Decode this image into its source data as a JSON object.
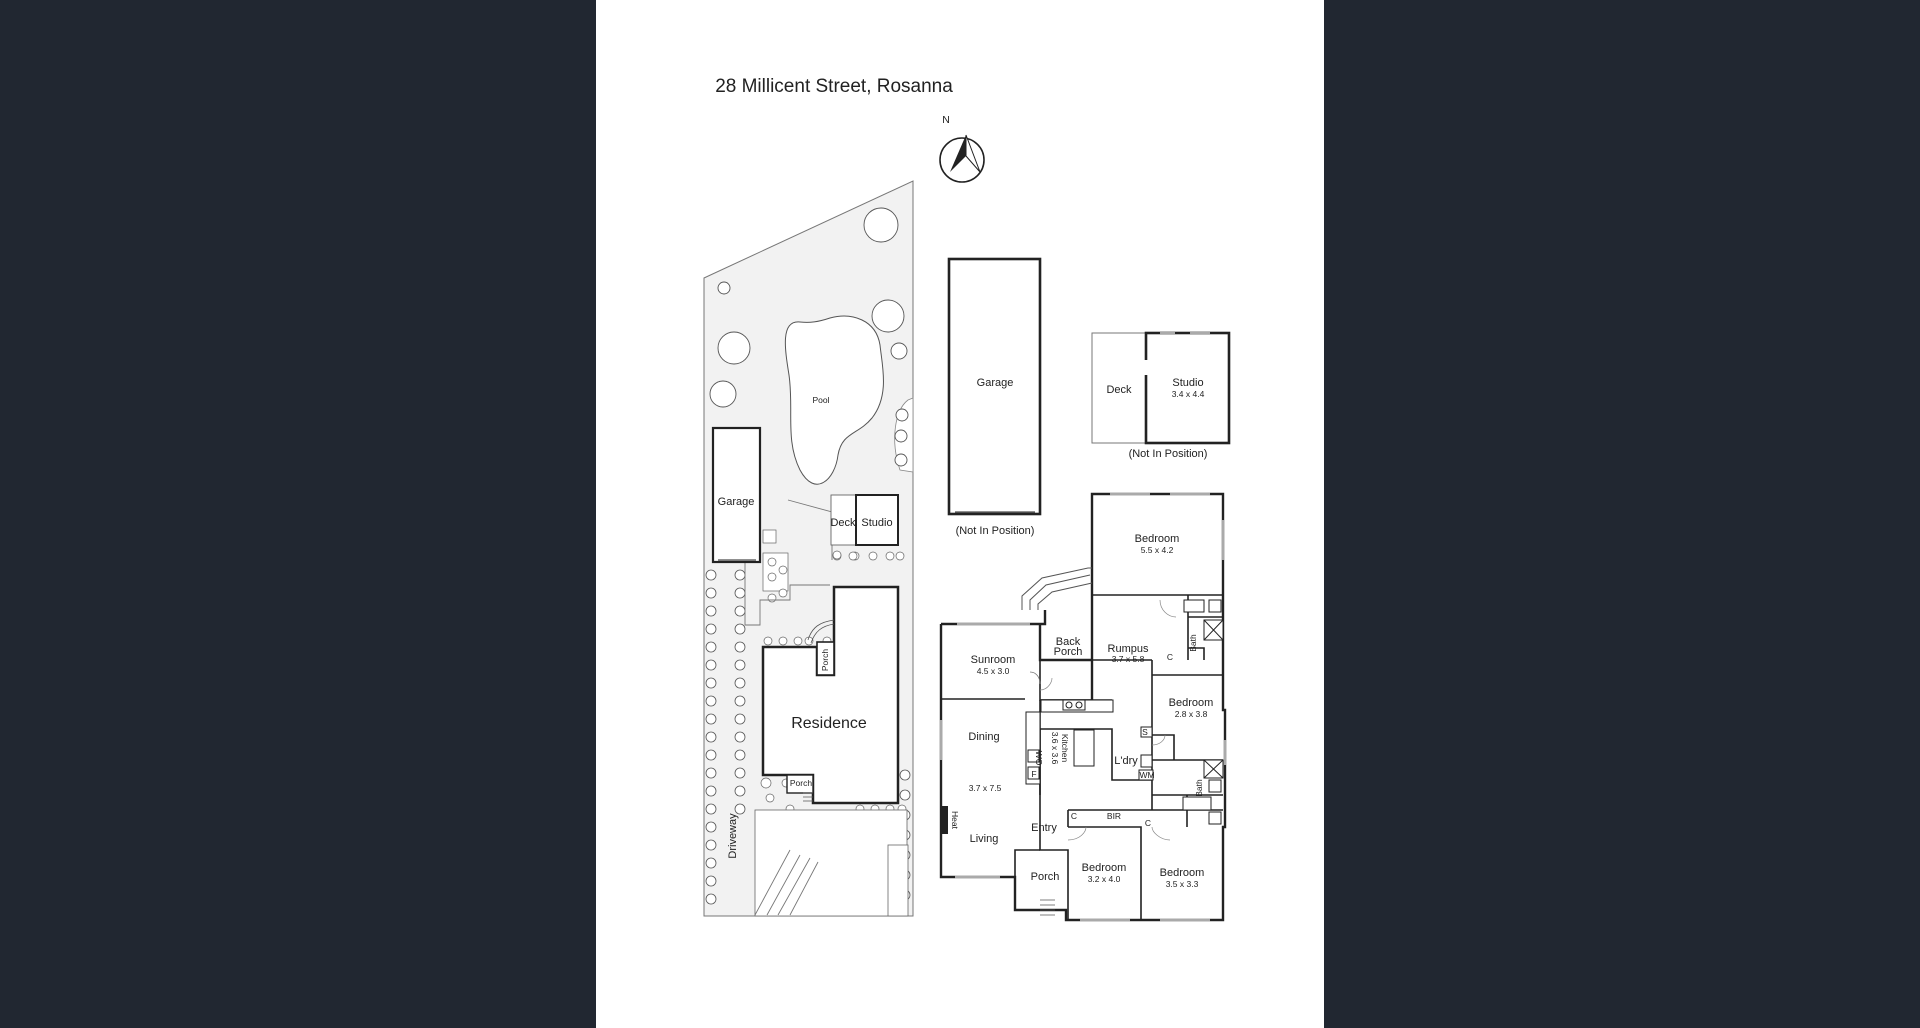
{
  "title": "28 Millicent Street, Rosanna",
  "north": "N",
  "site": {
    "pool": "Pool",
    "garage": "Garage",
    "deck": "Deck",
    "studio": "Studio",
    "residence": "Residence",
    "porch_rear": "Porch",
    "porch_front": "Porch",
    "driveway": "Driveway"
  },
  "garage_detail": {
    "label": "Garage",
    "note": "(Not In Position)"
  },
  "studio_detail": {
    "deck": "Deck",
    "studio": "Studio",
    "studio_dim": "3.4 x 4.4",
    "note": "(Not In Position)"
  },
  "rooms": {
    "bedroom1": "Bedroom",
    "bedroom1_dim": "5.5 x 4.2",
    "rumpus": "Rumpus",
    "rumpus_dim": "3.7 x 5.8",
    "back_porch_1": "Back",
    "back_porch_2": "Porch",
    "sunroom": "Sunroom",
    "sunroom_dim": "4.5 x 3.0",
    "bath1": "Bath",
    "c1": "C",
    "bedroom2": "Bedroom",
    "bedroom2_dim": "2.8 x 3.8",
    "dining": "Dining",
    "kitchen": "Kitchen",
    "kitchen_dim": "3.6 x 3.6",
    "s": "S",
    "ldry": "L'dry",
    "wm": "WM",
    "wo": "WO",
    "f": "F",
    "bath2": "Bath",
    "living_dim": "3.7 x 7.5",
    "heat": "Heat",
    "c2": "C",
    "bir": "BIR",
    "c3": "C",
    "living": "Living",
    "entry": "Entry",
    "porch": "Porch",
    "bedroom3": "Bedroom",
    "bedroom3_dim": "3.2 x 4.0",
    "bedroom4": "Bedroom",
    "bedroom4_dim": "3.5 x 3.3"
  }
}
